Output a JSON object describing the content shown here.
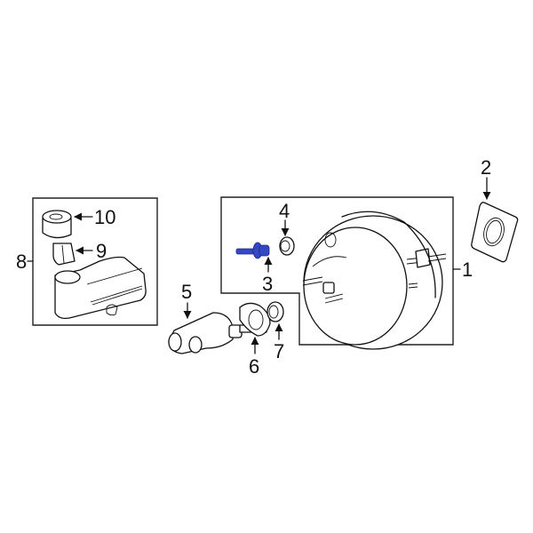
{
  "diagram": {
    "type": "exploded-parts-diagram",
    "highlight_color": "#3447c4",
    "line_color": "#111111",
    "background": "#ffffff",
    "callouts": [
      {
        "id": "1",
        "label": "1",
        "part": "brake-booster"
      },
      {
        "id": "2",
        "label": "2",
        "part": "booster-gasket"
      },
      {
        "id": "3",
        "label": "3",
        "part": "vacuum-check-valve",
        "highlighted": true
      },
      {
        "id": "4",
        "label": "4",
        "part": "grommet"
      },
      {
        "id": "5",
        "label": "5",
        "part": "master-cylinder"
      },
      {
        "id": "6",
        "label": "6",
        "part": "master-cylinder-gasket"
      },
      {
        "id": "7",
        "label": "7",
        "part": "seal"
      },
      {
        "id": "8",
        "label": "8",
        "part": "reservoir-assembly"
      },
      {
        "id": "9",
        "label": "9",
        "part": "reservoir-strainer"
      },
      {
        "id": "10",
        "label": "10",
        "part": "reservoir-cap"
      }
    ]
  }
}
